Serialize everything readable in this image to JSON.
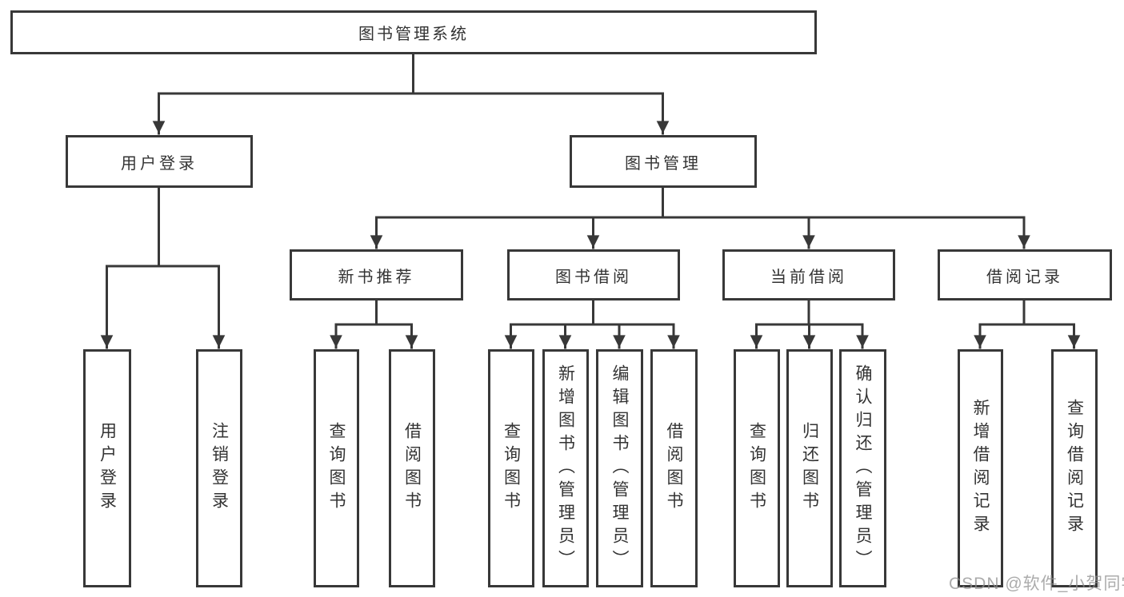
{
  "tree": {
    "label": "图书管理系统",
    "children": [
      {
        "label": "用户登录",
        "children": [
          {
            "label": "用户登录"
          },
          {
            "label": "注销登录"
          }
        ]
      },
      {
        "label": "图书管理",
        "children": [
          {
            "label": "新书推荐",
            "children": [
              {
                "label": "查询图书"
              },
              {
                "label": "借阅图书"
              }
            ]
          },
          {
            "label": "图书借阅",
            "children": [
              {
                "label": "查询图书"
              },
              {
                "label": "新增图书（管理员）"
              },
              {
                "label": "编辑图书（管理员）"
              },
              {
                "label": "借阅图书"
              }
            ]
          },
          {
            "label": "当前借阅",
            "children": [
              {
                "label": "查询图书"
              },
              {
                "label": "归还图书"
              },
              {
                "label": "确认归还（管理员）"
              }
            ]
          },
          {
            "label": "借阅记录",
            "children": [
              {
                "label": "新增借阅记录"
              },
              {
                "label": "查询借阅记录"
              }
            ]
          }
        ]
      }
    ]
  },
  "watermark": {
    "text": "CSDN @软件_小贺同学"
  },
  "style": {
    "line_color": "#383838",
    "text_color": "#333333",
    "watermark_color": "#8f8f8f",
    "background": "#ffffff"
  }
}
